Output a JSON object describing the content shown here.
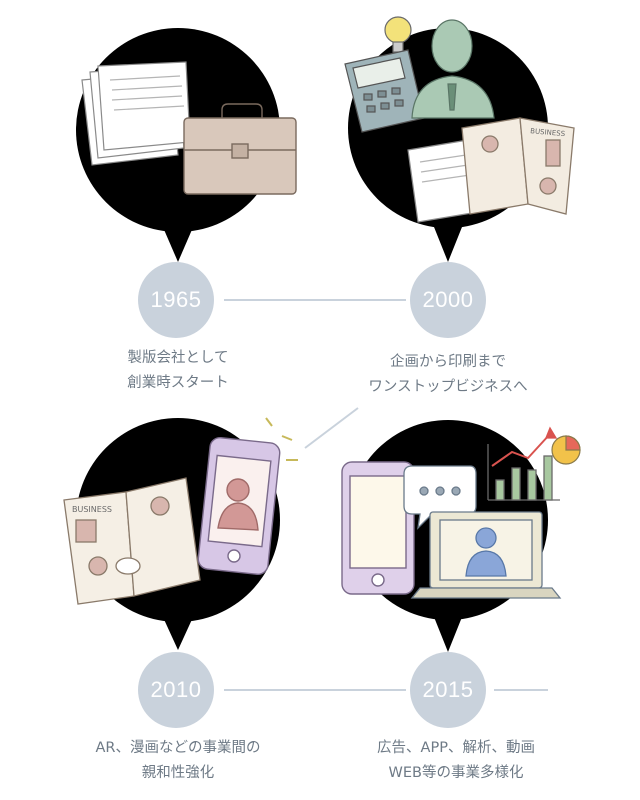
{
  "milestones": [
    {
      "year": "1965",
      "lines": [
        "製版会社として",
        "創業時スタート"
      ]
    },
    {
      "year": "2000",
      "lines": [
        "企画から印刷まで",
        "ワンストップビジネスへ"
      ]
    },
    {
      "year": "2010",
      "lines": [
        "AR、漫画などの事業間の",
        "親和性強化"
      ]
    },
    {
      "year": "2015",
      "lines": [
        "広告、APP、解析、動画",
        "WEB等の事業多様化"
      ]
    }
  ],
  "illustrations": {
    "1965": [
      "paper-stack-icon",
      "briefcase-icon"
    ],
    "2000": [
      "lightbulb-icon",
      "calculator-icon",
      "businessman-icon",
      "open-magazine-icon"
    ],
    "2010": [
      "open-magazine-icon",
      "smartphone-icon",
      "person-icon"
    ],
    "2015": [
      "smartphone-icon",
      "chat-bubble-icon",
      "laptop-icon",
      "growth-chart-icon",
      "pie-chart-icon"
    ]
  },
  "magazine_text": "BUSINESS",
  "colors": {
    "bubble": "#dde2e3",
    "badge": "#c9d2dc",
    "text": "#6e7a86"
  }
}
